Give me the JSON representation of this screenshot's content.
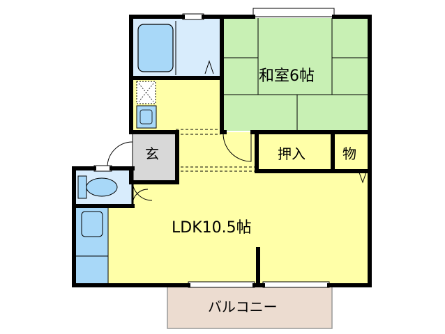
{
  "rooms": {
    "washitsu": {
      "label": "和室6帖"
    },
    "oshiire": {
      "label": "押入"
    },
    "mono": {
      "label": "物"
    },
    "genkan": {
      "label": "玄"
    },
    "ldk": {
      "label": "LDK10.5帖"
    },
    "balcony": {
      "label": "バルコニー"
    }
  },
  "colors": {
    "wall": "#000000",
    "tatami": "#c8f0b4",
    "floor": "#ffffa8",
    "bath": "#d8ecfc",
    "fixture": "#a8d8f8",
    "genkan": "#d8d8d8",
    "balcony": "#ecdcd0",
    "white": "#ffffff"
  }
}
